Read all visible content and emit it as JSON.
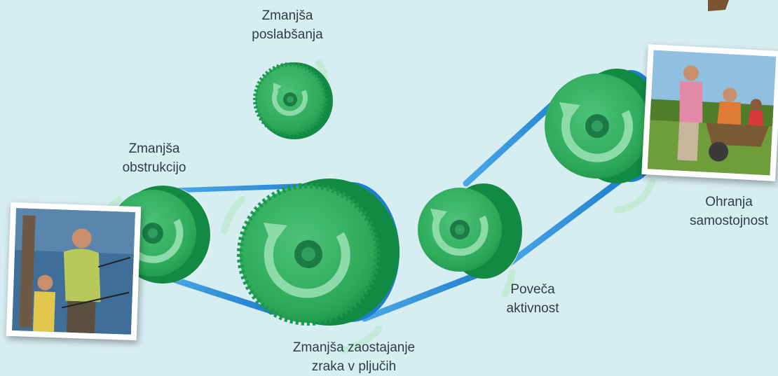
{
  "diagram": {
    "labels": {
      "zmanjsa_poslabsanja": [
        "Zmanjša",
        "poslabšanja"
      ],
      "zmanjsa_obstrukcijo": [
        "Zmanjša",
        "obstrukcijo"
      ],
      "zmanjsa_zaostajanje": [
        "Zmanjša zaostajanje",
        "zraka v pljučih"
      ],
      "poveca_aktivnost": [
        "Poveča",
        "aktivnost"
      ],
      "ohranja_samostojnost": [
        "Ohranja",
        "samostojnost"
      ]
    },
    "colors": {
      "background": "#d6edf2",
      "gear_green": "#2eaa5a",
      "gear_dark": "#138a43",
      "belt_blue": "#2a8fd6",
      "arrow_light": "#bfe7cf"
    },
    "images": {
      "left_photo": "man-and-child-fishing-photo",
      "right_photo": "family-with-wheelbarrow-photo"
    }
  }
}
